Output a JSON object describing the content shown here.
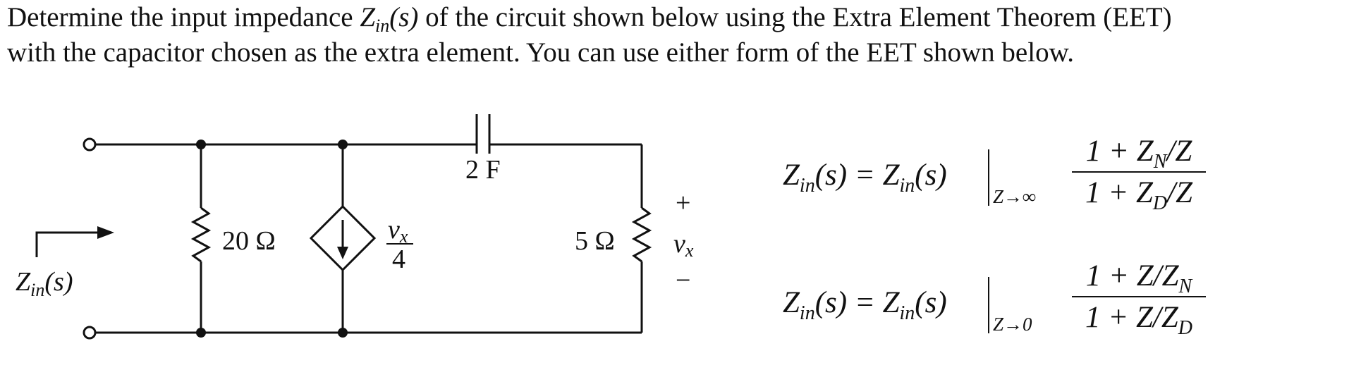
{
  "problem": {
    "line1_a": "Determine the input impedance ",
    "line1_var": "Z",
    "line1_sub": "in",
    "line1_arg": "(s)",
    "line1_b": " of the circuit shown below using the Extra Element Theorem (EET)",
    "line2": "with the capacitor chosen as the extra element. You can use either form of the EET shown below."
  },
  "circuit": {
    "r1_label": "20 Ω",
    "r2_label": "5 Ω",
    "cap_label": "2 F",
    "source_num": "v",
    "source_num_sub": "x",
    "source_den": "4",
    "plus": "+",
    "minus": "−",
    "vx": "v",
    "vx_sub": "x",
    "zin_var": "Z",
    "zin_sub": "in",
    "zin_arg": "(s)"
  },
  "equations": [
    {
      "lhs_var": "Z",
      "lhs_sub": "in",
      "lhs_arg": "(s) = ",
      "rhs_var": "Z",
      "rhs_sub": "in",
      "rhs_arg": "(s)",
      "limit": "Z→∞",
      "num_a": "1 + Z",
      "num_sub": "N",
      "num_b": "/Z",
      "den_a": "1 + Z",
      "den_sub": "D",
      "den_b": "/Z"
    },
    {
      "lhs_var": "Z",
      "lhs_sub": "in",
      "lhs_arg": "(s) = ",
      "rhs_var": "Z",
      "rhs_sub": "in",
      "rhs_arg": "(s)",
      "limit": "Z→0",
      "num_a": "1 + Z/Z",
      "num_sub": "N",
      "num_b": "",
      "den_a": "1 + Z/Z",
      "den_sub": "D",
      "den_b": ""
    }
  ]
}
